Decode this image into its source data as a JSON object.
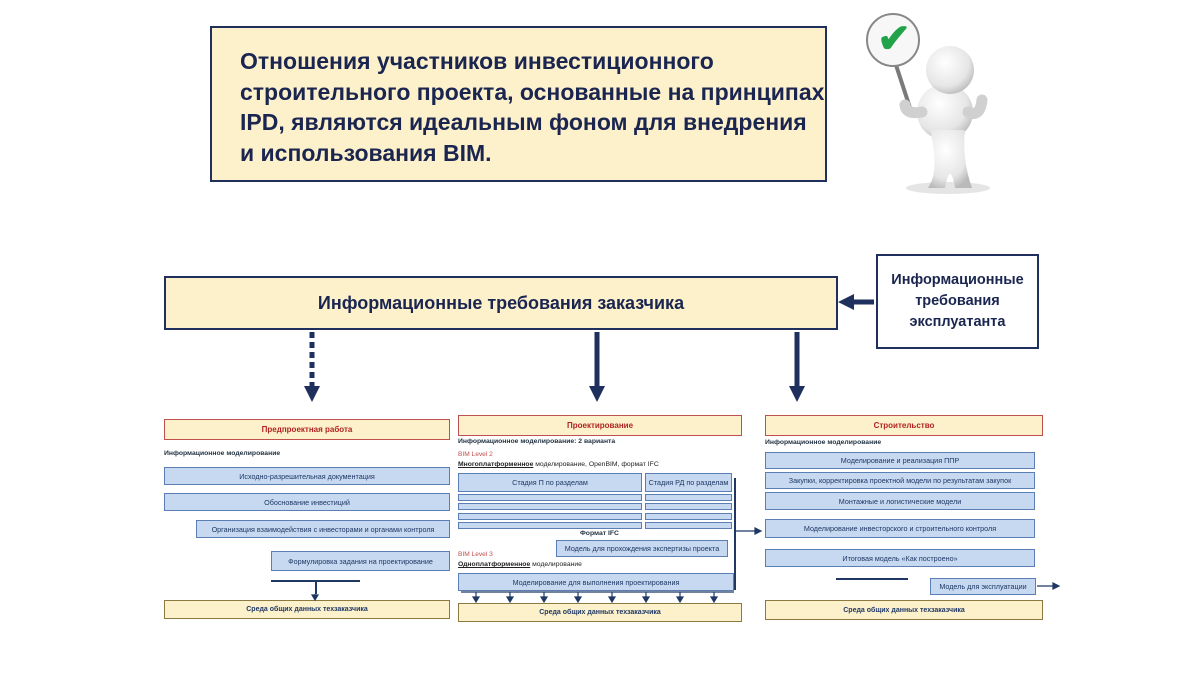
{
  "title": "Отношения участников инвестиционного строительного проекта, основанные на принципах IPD, являются идеальным фоном для внедрения и использования BIM.",
  "client_requirements": "Информационные требования заказчика",
  "operator_requirements": "Информационные требования эксплуатанта",
  "stage1": {
    "header": "Предпроектная работа",
    "label": "Информационное моделирование",
    "items": [
      "Исходно-разрешительная документация",
      "Обоснование инвестиций",
      "Организация взаимодействия с инвесторами и органами контроля",
      "Формулировка задания на проектирование"
    ],
    "cde": "Среда общих данных техзаказчика"
  },
  "stage2": {
    "header": "Проектирование",
    "label": "Информационное моделирование: 2 варианта",
    "level2": "BIM Level 2",
    "level2_desc_bold": "Многоплатформенное",
    "level2_desc": " моделирование, OpenBIM, формат IFC",
    "col_p": "Стадия П по разделам",
    "col_rd": "Стадия РД по разделам",
    "ifc": "Формат IFC",
    "expertise": "Модель для прохождения экспертизы проекта",
    "level3": "BIM Level 3",
    "level3_desc_bold": "Одноплатформенное",
    "level3_desc": " моделирование",
    "design_model": "Моделирование для выполнения проектирования",
    "cde": "Среда общих данных техзаказчика"
  },
  "stage3": {
    "header": "Строительство",
    "label": "Информационное моделирование",
    "items": [
      "Моделирование и реализация ППР",
      "Закупки, корректировка проектной модели по результатам закупок",
      "Монтажные и логистические модели",
      "Моделирование инвесторского и строительного контроля",
      "Итоговая модель «Как построено»"
    ],
    "ops_model": "Модель для эксплуатации",
    "cde": "Среда общих данных техзаказчика"
  },
  "colors": {
    "navy": "#1f2f5e",
    "cream": "#fdf1cc",
    "light_blue": "#c6d9f1",
    "red": "#c0504d",
    "check_green": "#22a34a"
  },
  "icons": [
    "person-holding-checkmark-sign",
    "check-mark-icon"
  ]
}
